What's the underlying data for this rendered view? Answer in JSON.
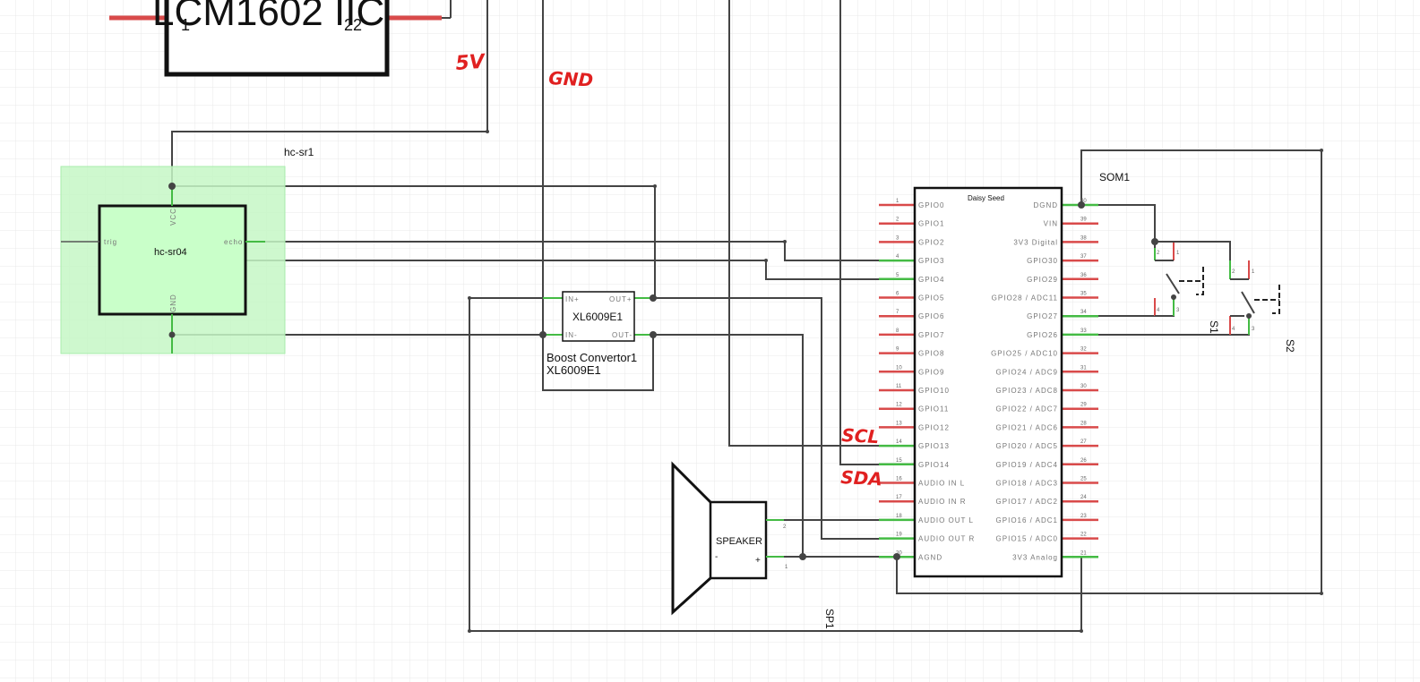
{
  "colors": {
    "grid": "#e6e6e6",
    "wire": "#444444",
    "pin_red": "#d94a4a",
    "pin_green": "#44bb44",
    "annotation_red": "#e02020",
    "sensor_fill": "#ccffcc",
    "sensor_area": "#bdf5bd"
  },
  "lcm": {
    "title": "LCM1602 IIC",
    "pin1": "1",
    "pin22": "22"
  },
  "annotations": {
    "v5": "5V",
    "gnd": "GND",
    "scl": "SCL",
    "sda": "SDA"
  },
  "sensor": {
    "part": "hc-sr1",
    "name": "hc-sr04",
    "pins": {
      "vcc": "VCC",
      "trig": "trig",
      "echo": "echo",
      "gnd": "GND"
    }
  },
  "boost": {
    "name": "XL6009E1",
    "pins": {
      "in_plus": "IN+",
      "out_plus": "OUT+",
      "in_minus": "IN-",
      "out_minus": "OUT-"
    },
    "label1": "Boost Convertor1",
    "label2": "XL6009E1"
  },
  "daisy": {
    "title": "Daisy Seed",
    "part": "SOM1",
    "left_pins": [
      {
        "num": "1",
        "label": "GPIO0"
      },
      {
        "num": "2",
        "label": "GPIO1"
      },
      {
        "num": "3",
        "label": "GPIO2"
      },
      {
        "num": "4",
        "label": "GPIO3"
      },
      {
        "num": "5",
        "label": "GPIO4"
      },
      {
        "num": "6",
        "label": "GPIO5"
      },
      {
        "num": "7",
        "label": "GPIO6"
      },
      {
        "num": "8",
        "label": "GPIO7"
      },
      {
        "num": "9",
        "label": "GPIO8"
      },
      {
        "num": "10",
        "label": "GPIO9"
      },
      {
        "num": "11",
        "label": "GPIO10"
      },
      {
        "num": "12",
        "label": "GPIO11"
      },
      {
        "num": "13",
        "label": "GPIO12"
      },
      {
        "num": "14",
        "label": "GPIO13"
      },
      {
        "num": "15",
        "label": "GPIO14"
      },
      {
        "num": "16",
        "label": "AUDIO IN L"
      },
      {
        "num": "17",
        "label": "AUDIO IN R"
      },
      {
        "num": "18",
        "label": "AUDIO OUT L"
      },
      {
        "num": "19",
        "label": "AUDIO OUT R"
      },
      {
        "num": "20",
        "label": "AGND"
      }
    ],
    "right_pins": [
      {
        "num": "40",
        "label": "DGND"
      },
      {
        "num": "39",
        "label": "VIN"
      },
      {
        "num": "38",
        "label": "3V3 Digital"
      },
      {
        "num": "37",
        "label": "GPIO30"
      },
      {
        "num": "36",
        "label": "GPIO29"
      },
      {
        "num": "35",
        "label": "GPIO28 / ADC11"
      },
      {
        "num": "34",
        "label": "GPIO27"
      },
      {
        "num": "33",
        "label": "GPIO26"
      },
      {
        "num": "32",
        "label": "GPIO25 / ADC10"
      },
      {
        "num": "31",
        "label": "GPIO24 / ADC9"
      },
      {
        "num": "30",
        "label": "GPIO23 / ADC8"
      },
      {
        "num": "29",
        "label": "GPIO22 / ADC7"
      },
      {
        "num": "28",
        "label": "GPIO21 / ADC6"
      },
      {
        "num": "27",
        "label": "GPIO20 / ADC5"
      },
      {
        "num": "26",
        "label": "GPIO19 / ADC4"
      },
      {
        "num": "25",
        "label": "GPIO18 / ADC3"
      },
      {
        "num": "24",
        "label": "GPIO17 / ADC2"
      },
      {
        "num": "23",
        "label": "GPIO16 / ADC1"
      },
      {
        "num": "22",
        "label": "GPIO15 / ADC0"
      },
      {
        "num": "21",
        "label": "3V3 Analog"
      }
    ]
  },
  "switches": {
    "s1": "S1",
    "s2": "S2",
    "pins": {
      "p1": "1",
      "p2": "2",
      "p3": "3",
      "p4": "4"
    }
  },
  "speaker": {
    "name": "SPEAKER",
    "part": "SP1",
    "minus": "-",
    "plus": "+",
    "pin2": "2",
    "pin1": "1"
  }
}
